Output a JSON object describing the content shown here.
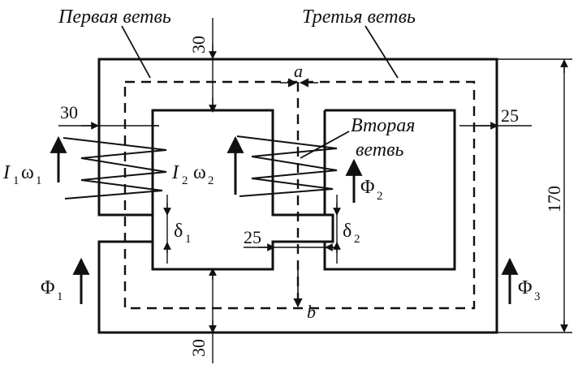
{
  "labels": {
    "branch1": "Первая ветвь",
    "branch2_line1": "Вторая",
    "branch2_line2": "ветвь",
    "branch3": "Третья ветвь",
    "point_a": "a",
    "point_b": "b",
    "coil1_I": "I",
    "coil1_I_sub": "1",
    "coil1_w": "ω",
    "coil1_w_sub": "1",
    "coil2_I": "I",
    "coil2_I_sub": "2",
    "coil2_w": "ω",
    "coil2_w_sub": "2",
    "flux1": "Φ",
    "flux1_sub": "1",
    "flux2": "Φ",
    "flux2_sub": "2",
    "flux3": "Φ",
    "flux3_sub": "3",
    "gap1": "δ",
    "gap1_sub": "1",
    "gap2": "δ",
    "gap2_sub": "2"
  },
  "dimensions": {
    "top_yoke": "30",
    "bottom_yoke": "30",
    "left_limb": "30",
    "right_limb": "25",
    "middle_limb": "25",
    "height": "170"
  }
}
